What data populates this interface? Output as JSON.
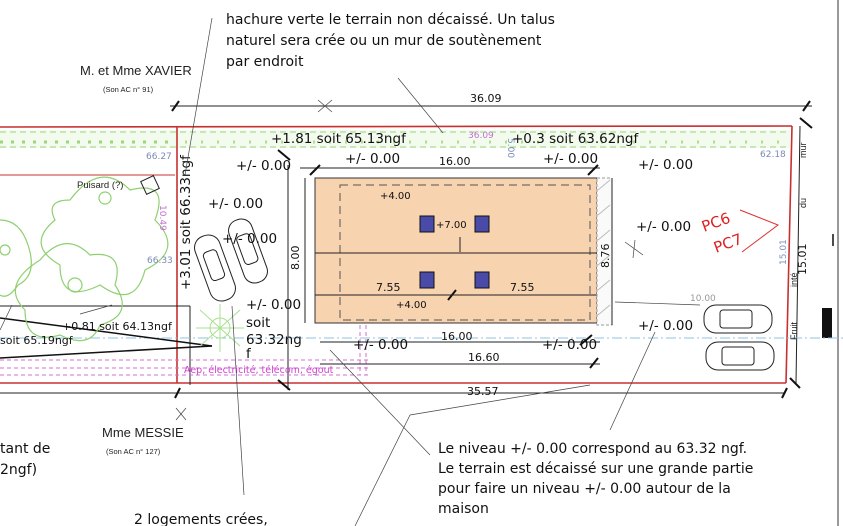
{
  "notes": {
    "top": [
      "hachure verte le terrain non décaissé. Un talus",
      "naturel sera crée ou un mur de soutènement",
      "par endroit"
    ],
    "bottom_right": [
      "Le niveau +/- 0.00 correspond au 63.32 ngf.",
      "Le terrain est décaissé sur une grande partie",
      "pour faire un niveau +/- 0.00 autour de la",
      "maison"
    ],
    "bottom_center": "2 logements crées,",
    "bottom_left": [
      "tant de",
      "2ngf)"
    ]
  },
  "neighbours": {
    "north_name": "M. et Mme XAVIER",
    "north_ref": "(Son AC n° 91)",
    "south_name": "Mme MESSIE",
    "south_ref": "(Son AC n° 127)"
  },
  "dimensions": {
    "top_total": "36.09",
    "top_inner": "36.09",
    "bottom_total": "35.57",
    "house_top": "16.00",
    "house_bottom": "16.00",
    "house_bottom_outer": "16.60",
    "house_depth": "8.00",
    "house_depth_right": "8.76",
    "half_left": "7.55",
    "half_right": "7.55",
    "right_side": "15.01",
    "right_side_faint": "15.01",
    "parking_depth": "10.00",
    "left_side_faint": "10.49",
    "band": "5.00"
  },
  "levels": {
    "north_band_left": "+1.81 soit 65.13ngf",
    "north_band_right": "+0.3 soit 63.62ngf",
    "left_slope": "+3.01 soit 66.33ngf",
    "lower_left": "+0.81 soit 64.13ngf",
    "far_left": "soit 65.19ngf",
    "zero": "+/- 0.00",
    "soit": "soit",
    "soit_value": "63.32ng",
    "soit_value_tail": "f",
    "roof_top": "+4.00",
    "roof_bottom": "+4.00",
    "ridge": "+7.00",
    "spot_6627": "66.27",
    "spot_6633": "66.33",
    "spot_6218": "62.18"
  },
  "labels": {
    "puisard": "Puisard (?)",
    "networks": "Aep, électricité, télécom, égout",
    "pc6": "PC6",
    "pc7": "PC7",
    "wall_mur": "mur",
    "wall_du": "du",
    "wall_inte": "inté",
    "wall_fruit": "Fruit"
  },
  "colors": {
    "house_fill": "#f8d3b0",
    "plot_boundary": "#c83030",
    "unexcavated_hatch": "#8fd070",
    "networks": "#d040d0",
    "windows": "#4a4aa8",
    "pc_label": "#e02020"
  }
}
